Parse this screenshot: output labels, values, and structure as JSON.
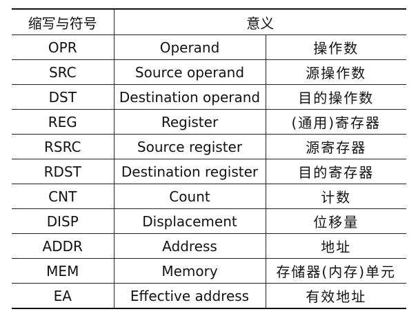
{
  "table": {
    "headers": {
      "abbr": "缩写与符号",
      "meaning": "意义"
    },
    "rows": [
      {
        "abbr": "OPR",
        "en": "Operand",
        "zh": "操作数"
      },
      {
        "abbr": "SRC",
        "en": "Source operand",
        "zh": "源操作数"
      },
      {
        "abbr": "DST",
        "en": "Destination operand",
        "zh": "目的操作数"
      },
      {
        "abbr": "REG",
        "en": "Register",
        "zh": "(通用)寄存器"
      },
      {
        "abbr": "RSRC",
        "en": "Source register",
        "zh": "源寄存器"
      },
      {
        "abbr": "RDST",
        "en": "Destination register",
        "zh": "目的寄存器"
      },
      {
        "abbr": "CNT",
        "en": "Count",
        "zh": "计数"
      },
      {
        "abbr": "DISP",
        "en": "Displacement",
        "zh": "位移量"
      },
      {
        "abbr": "ADDR",
        "en": "Address",
        "zh": "地址"
      },
      {
        "abbr": "MEM",
        "en": "Memory",
        "zh": "存储器(内存)单元"
      },
      {
        "abbr": "EA",
        "en": "Effective address",
        "zh": "有效地址"
      }
    ]
  }
}
